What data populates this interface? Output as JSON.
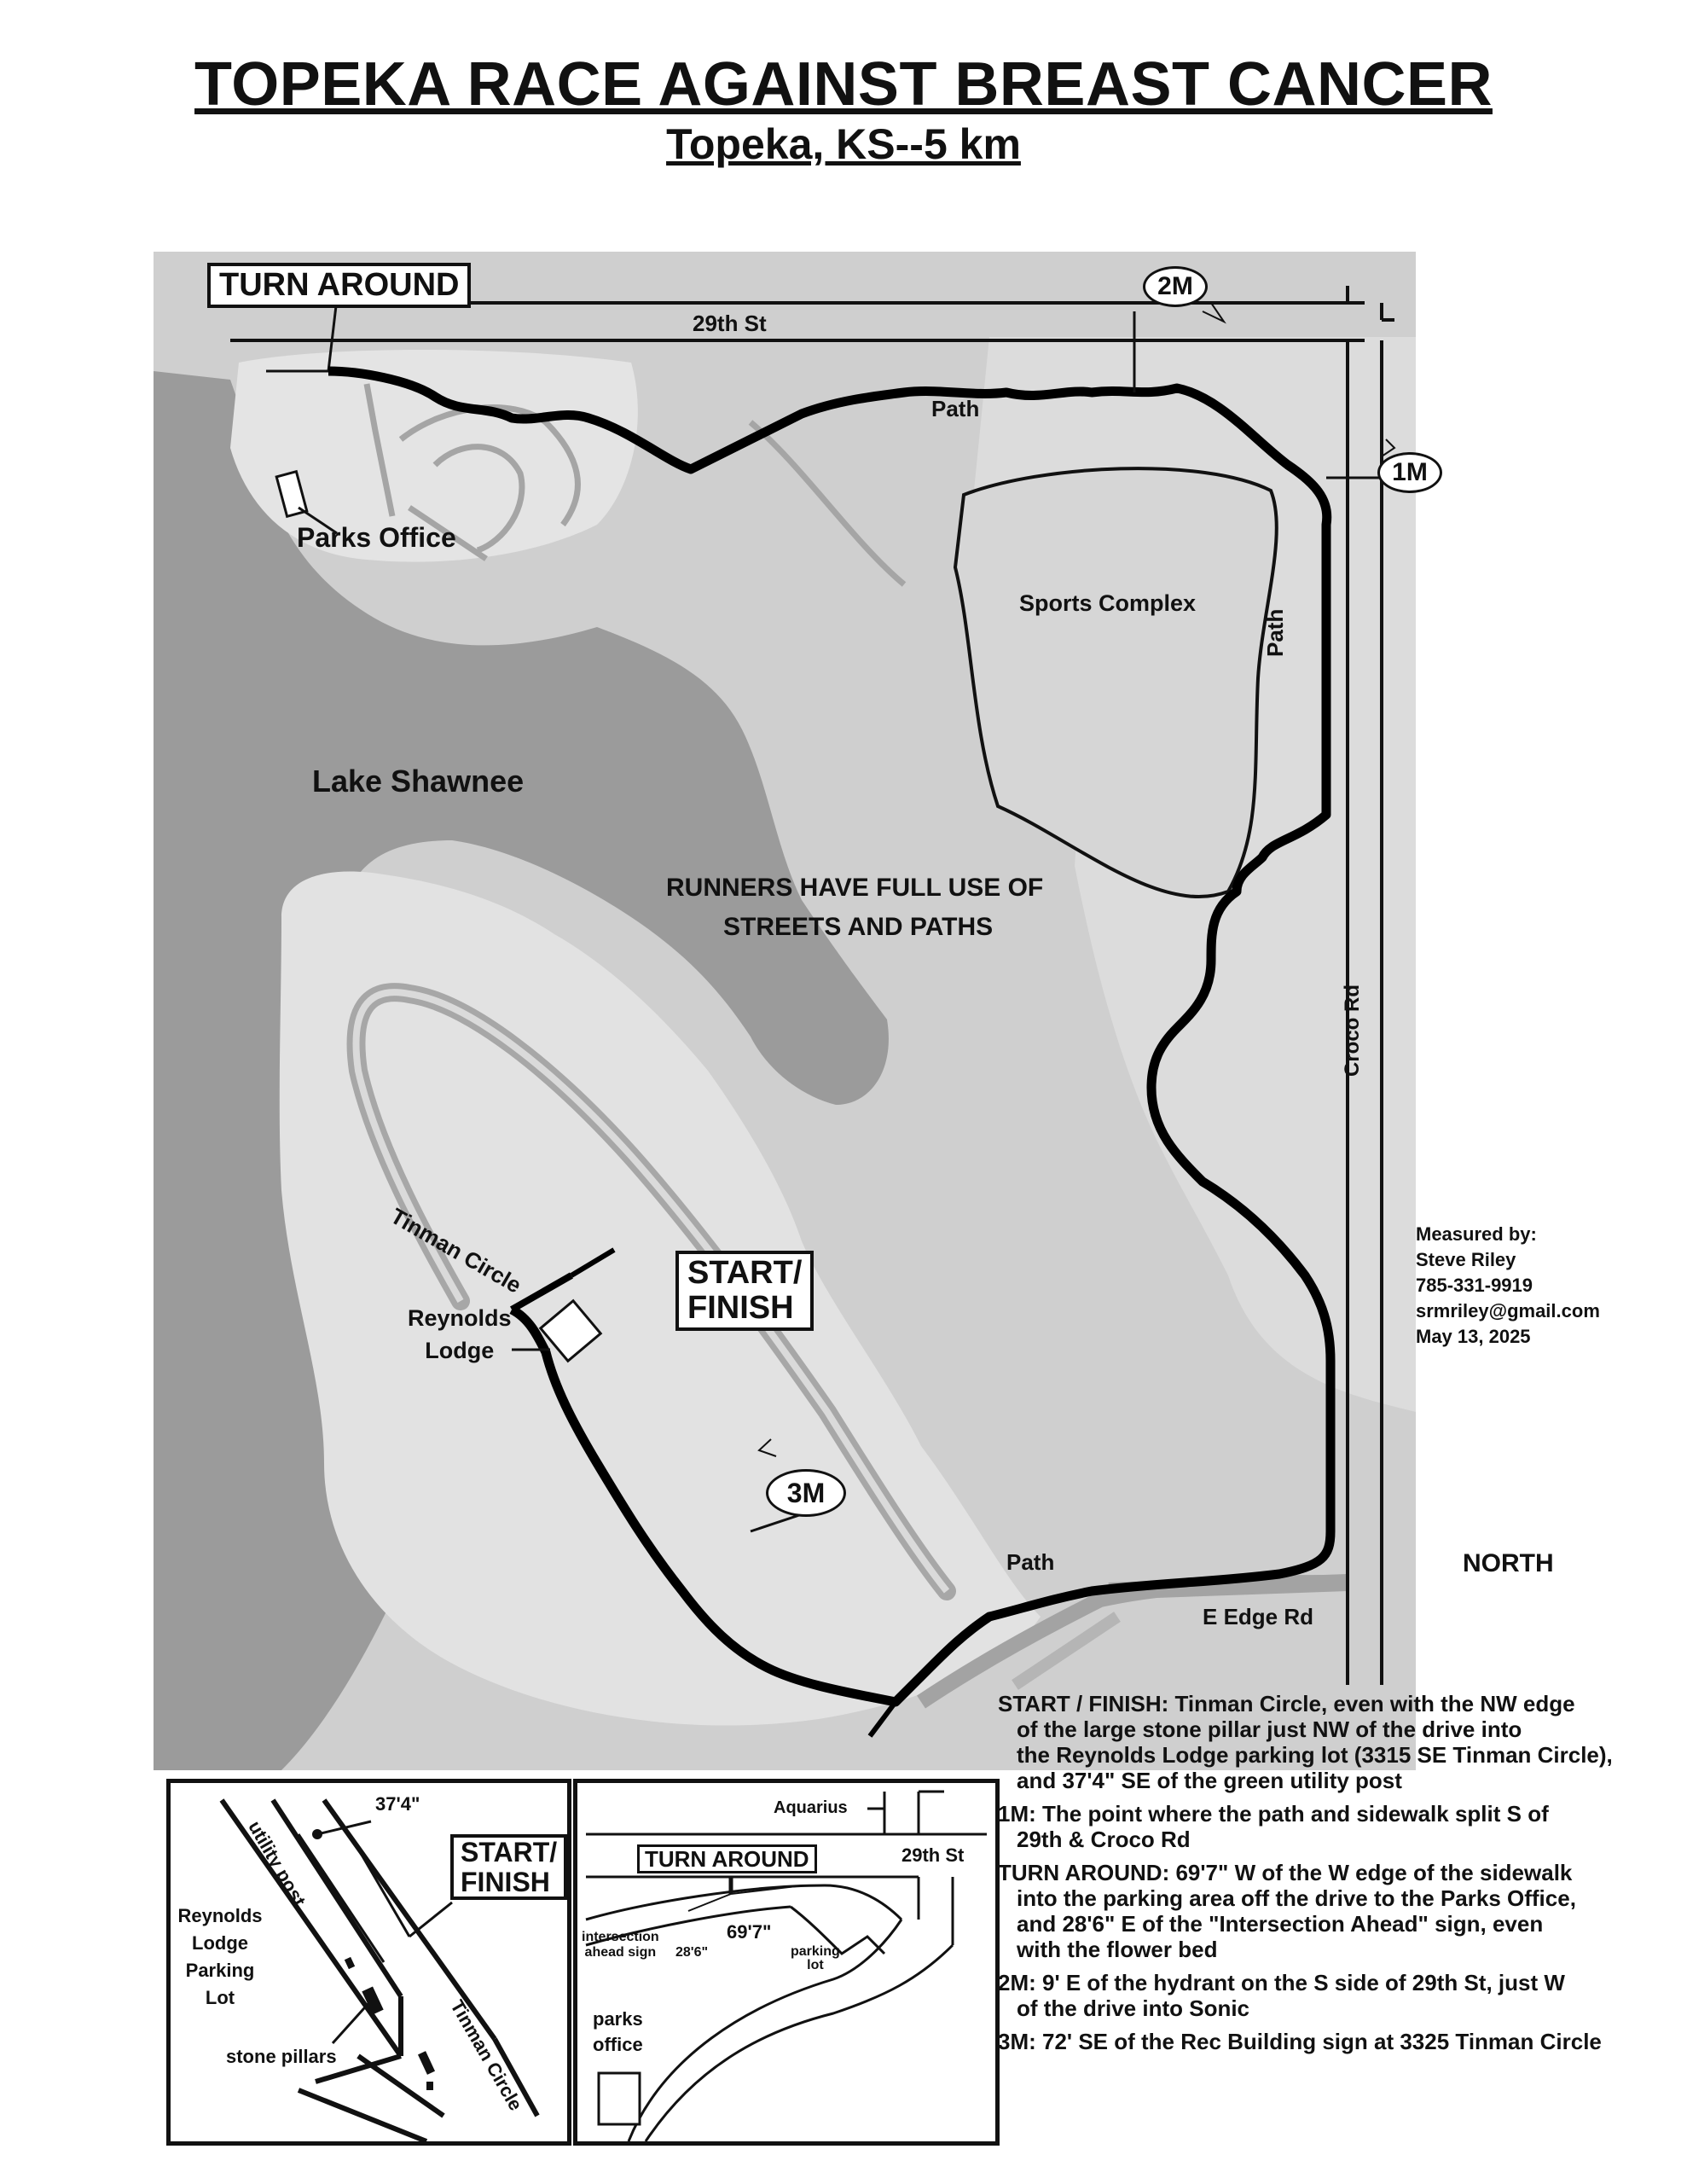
{
  "header": {
    "title": "TOPEKA RACE AGAINST BREAST CANCER",
    "subtitle": "Topeka, KS--5 km"
  },
  "map": {
    "labels": {
      "turn_around": "TURN AROUND",
      "street_29th": "29th St",
      "path": "Path",
      "parks_office": "Parks Office",
      "sports_complex": "Sports Complex",
      "lake": "Lake Shawnee",
      "runners_note_line1": "RUNNERS HAVE FULL USE OF",
      "runners_note_line2": "STREETS AND PATHS",
      "croco_rd": "Croco Rd",
      "tinman_circle": "Tinman Circle",
      "reynolds_lodge_line1": "Reynolds",
      "reynolds_lodge_line2": "Lodge",
      "start_finish_line1": "START/",
      "start_finish_line2": "FINISH",
      "e_edge_rd": "E Edge Rd",
      "north": "NORTH"
    },
    "markers": [
      "1M",
      "2M",
      "3M"
    ]
  },
  "measured_by": {
    "heading": "Measured by:",
    "name": "Steve Riley",
    "phone": "785-331-9919",
    "email": "srmriley@gmail.com",
    "date": "May 13, 2025"
  },
  "inset_start": {
    "distance": "37'4\"",
    "utility_post": "utility post",
    "start_line1": "START/",
    "start_line2": "FINISH",
    "lot_line1": "Reynolds",
    "lot_line2": "Lodge",
    "lot_line3": "Parking",
    "lot_line4": "Lot",
    "stone_pillars": "stone pillars",
    "tinman_circle": "Tinman Circle"
  },
  "inset_turn": {
    "aquarius": "Aquarius",
    "turn_around": "TURN AROUND",
    "street_29th": "29th St",
    "sign_line1": "intersection",
    "sign_line2": "ahead sign",
    "dist_sign": "28'6\"",
    "dist_sidewalk": "69'7\"",
    "lot_line1": "parking",
    "lot_line2": "lot",
    "office_line1": "parks",
    "office_line2": "office"
  },
  "notes": [
    {
      "lead": "START / FINISH: Tinman Circle, even with the NW edge",
      "lines": [
        "of the large stone pillar just NW of the drive into",
        "the Reynolds Lodge parking lot (3315 SE Tinman Circle),",
        "and 37'4\" SE of the green utility post"
      ]
    },
    {
      "lead": "1M: The point where the path and sidewalk split S of",
      "lines": [
        "29th & Croco Rd"
      ]
    },
    {
      "lead": "TURN AROUND: 69'7\" W of the W edge of the sidewalk",
      "lines": [
        "into the parking area off the drive to the Parks Office,",
        "and 28'6\" E of the \"Intersection Ahead\" sign, even",
        "with the flower bed"
      ]
    },
    {
      "lead": "2M: 9' E of the hydrant on the S side of 29th St, just W",
      "lines": [
        "of the drive into Sonic"
      ]
    },
    {
      "lead": "3M: 72' SE of the Rec Building sign at 3325 Tinman Circle",
      "lines": []
    }
  ],
  "colors": {
    "lake": "#9b9b9b",
    "land": "#cfcfcf",
    "light_land": "#e2e2e2",
    "route": "#000000"
  }
}
